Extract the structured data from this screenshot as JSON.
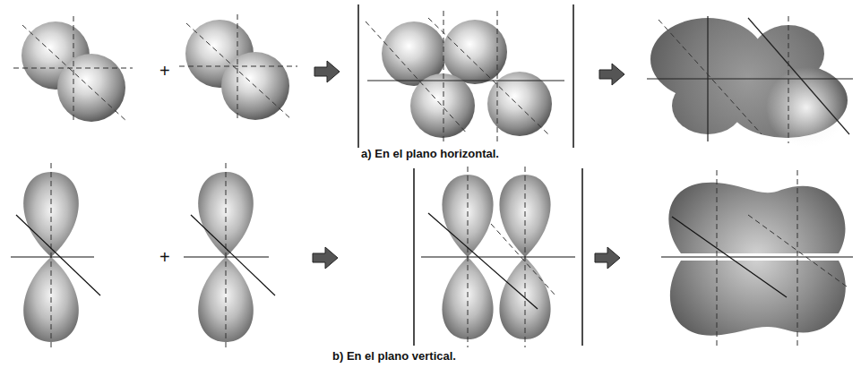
{
  "diagram": {
    "labels": [
      "+",
      "a) En el plano horizontal.",
      "+",
      "b) En el plano vertical."
    ]
  }
}
